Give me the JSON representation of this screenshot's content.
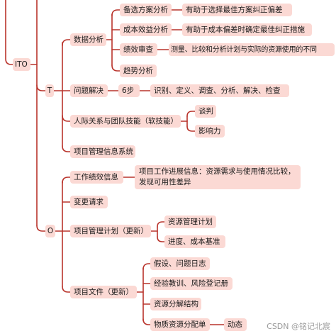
{
  "root": "ITO",
  "branches": {
    "T": "T",
    "O": "O"
  },
  "t_nodes": {
    "data_analysis": "数据分析",
    "alternatives": "备选方案分析",
    "alternatives_note": "有助于选择最佳方案纠正偏差",
    "cost_benefit": "成本效益分析",
    "cost_benefit_note": "有助于成本偏差时确定最佳纠正措施",
    "performance_review": "绩效审查",
    "performance_review_note": "测量、比较和分析计划与实际的资源使用的不同",
    "trend": "趋势分析",
    "problem_solving": "问题解决",
    "six_steps": "6步",
    "six_steps_note": "识别、定义、调查、分析、解决、检查",
    "interpersonal": "人际关系与团队技能（软技能）",
    "negotiation": "谈判",
    "influence": "影响力",
    "pmis": "项目管理信息系统"
  },
  "o_nodes": {
    "work_performance": "工作绩效信息",
    "work_performance_note": "项目工作进展信息：资源需求与使用情况比较，发现可用性差异",
    "change_request": "变更请求",
    "pm_plan": "项目管理计划（更新）",
    "resource_plan": "资源管理计划",
    "schedule_cost": "进度、成本基准",
    "project_docs": "项目文件（更新）",
    "assumption_log": "假设、问题日志",
    "lessons_risk": "经验教训、风险登记册",
    "rbs": "资源分解结构",
    "resource_assignment": "物质资源分配单",
    "dynamic": "动态"
  },
  "watermark": "CSDN @铭记北宸"
}
